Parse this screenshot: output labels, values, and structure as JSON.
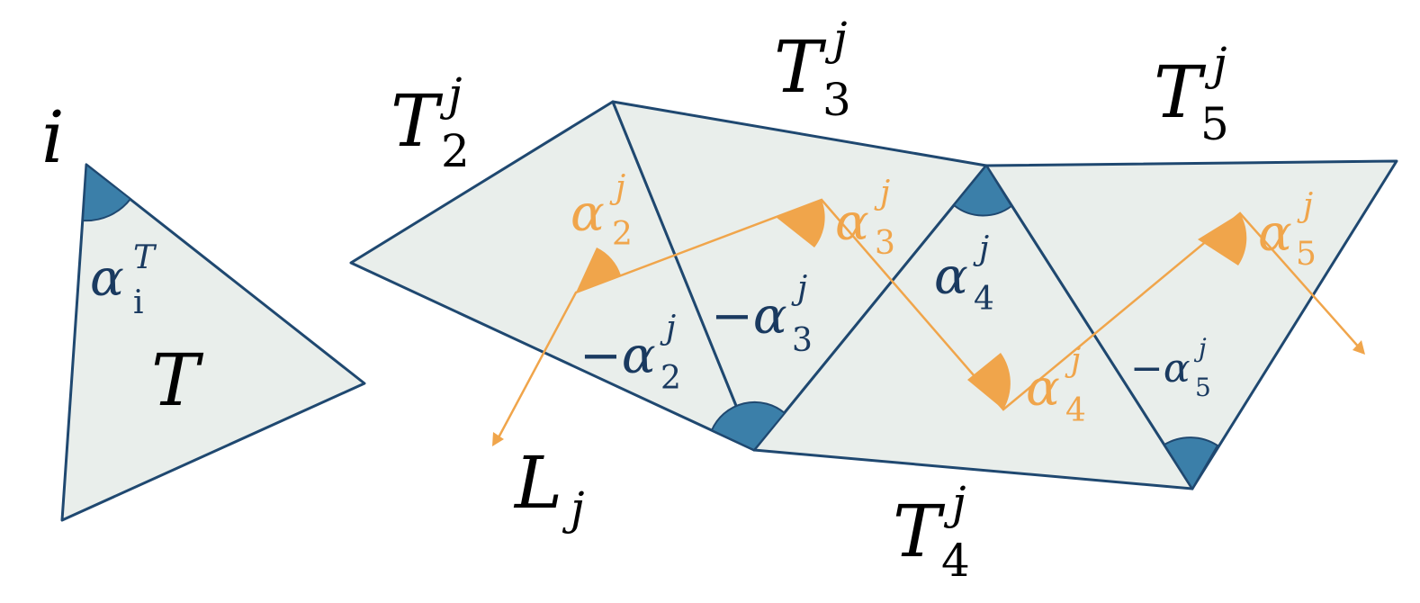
{
  "colors": {
    "triangle_fill": "#e9eeeb",
    "stroke": "#1f4870",
    "blue_wedge": "#3b7fa9",
    "orange": "#f0a54b",
    "navy_text": "#1a3a60"
  },
  "labels": {
    "vertex_i": "i",
    "triangle_T": "T",
    "alpha_i_T": {
      "base": "α",
      "sup": "T",
      "sub": "i"
    },
    "T2j": {
      "base": "T",
      "sup": "j",
      "sub": "2"
    },
    "T3j": {
      "base": "T",
      "sup": "j",
      "sub": "3"
    },
    "T4j": {
      "base": "T",
      "sup": "j",
      "sub": "4"
    },
    "T5j": {
      "base": "T",
      "sup": "j",
      "sub": "5"
    },
    "Lj": {
      "base": "L",
      "sub": "j"
    },
    "alpha2": {
      "base": "α",
      "sup": "j",
      "sub": "2"
    },
    "alpha3": {
      "base": "α",
      "sup": "j",
      "sub": "3"
    },
    "alpha4_navy": {
      "base": "α",
      "sup": "j",
      "sub": "4"
    },
    "alpha4_orange": {
      "base": "α",
      "sup": "j",
      "sub": "4"
    },
    "alpha5": {
      "base": "α",
      "sup": "j",
      "sub": "5"
    },
    "neg_alpha2": {
      "base": "−α",
      "sup": "j",
      "sub": "2"
    },
    "neg_alpha3": {
      "base": "−α",
      "sup": "j",
      "sub": "3"
    },
    "neg_alpha5": {
      "base": "−α",
      "sup": "j",
      "sub": "5"
    }
  }
}
